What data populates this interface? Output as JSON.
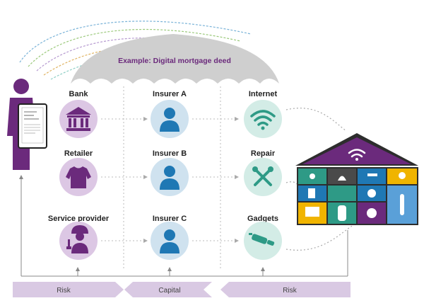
{
  "umbrella": {
    "label": "Example: Digital mortgage deed"
  },
  "nodes": {
    "bank": "Bank",
    "insurer_a": "Insurer A",
    "internet": "Internet",
    "retailer": "Retailer",
    "insurer_b": "Insurer B",
    "repair": "Repair",
    "service_provider": "Service provider",
    "insurer_c": "Insurer C",
    "gadgets": "Gadgets"
  },
  "bottom_bar": {
    "left": "Risk",
    "middle": "Capital",
    "right": "Risk"
  },
  "colors": {
    "purple_dark": "#6b2a7c",
    "purple_light": "#dcc7e4",
    "blue_light": "#cfe2ef",
    "blue_icon": "#1f78b4",
    "teal_light": "#d3ece6",
    "teal_icon": "#2e9a86",
    "umbrella": "#cfcfcf",
    "arrow_bar": "#d9c9e3"
  },
  "icons": [
    "person-with-tablet-icon",
    "bank-icon",
    "person-icon",
    "wifi-icon",
    "shirt-icon",
    "tools-icon",
    "worker-icon",
    "cable-icon",
    "smart-house-icon"
  ]
}
